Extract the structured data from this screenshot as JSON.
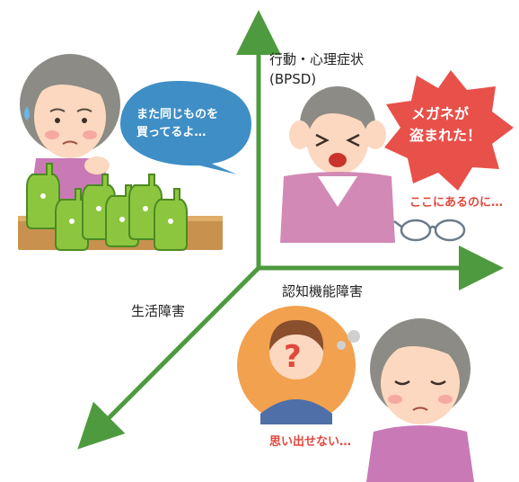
{
  "axes": {
    "vertical_label_line1": "行動・心理症状",
    "vertical_label_line2": "(BPSD)",
    "horizontal_label": "認知機能障害",
    "diagonal_label": "生活障害"
  },
  "scenes": {
    "shopping": {
      "speech": [
        "また同じものを",
        "買ってるよ…"
      ]
    },
    "delusion": {
      "exclaim": [
        "メガネが",
        "盗まれた！"
      ],
      "caption": "ここにあるのに…"
    },
    "memory": {
      "caption": "思い出せない…",
      "question_mark": "?"
    }
  },
  "colors": {
    "axis_green": "#4e9a3e",
    "speech_blue": "#3f8fc6",
    "burst_red": "#e8504a",
    "caption_red": "#e2473d",
    "bottle_green": "#8cc63f",
    "memory_orange": "#f2a14f"
  }
}
